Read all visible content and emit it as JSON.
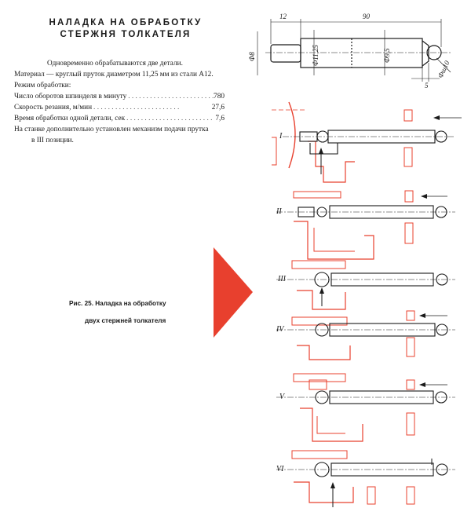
{
  "title": {
    "line1": "НАЛАДКА НА ОБРАБОТКУ",
    "line2": "СТЕРЖНЯ ТОЛКАТЕЛЯ"
  },
  "intro": "Одновременно обрабатываются две детали.",
  "material": "Материал — круглый пруток диаметром 11,25 мм из стали А12.",
  "mode_label": "Режим обработки:",
  "params": [
    {
      "label": "Число оборотов шпинделя в минуту",
      "value": "780"
    },
    {
      "label": "Скорость резания, м/мин",
      "value": "27,6"
    },
    {
      "label": "Время обработки одной детали, сек",
      "value": "7,6"
    }
  ],
  "note_line1": "На станке дополнительно установлен механизм подачи прутка",
  "note_line2": "в III позиции.",
  "caption": {
    "line1": "Рис. 25. Наладка на обработку",
    "line2": "двух стержней толкателя"
  },
  "part_drawing": {
    "dim_12": "12",
    "dim_90": "90",
    "dim_d8": "Ф8",
    "dim_d1125": "Ф11,25",
    "dim_d95": "Ф9,5",
    "dim_5": "5",
    "dim_sphere": "Фш10"
  },
  "positions": [
    "I",
    "II",
    "III",
    "IV",
    "V",
    "VI"
  ],
  "colors": {
    "red": "#e8402e",
    "dark": "#1a1a1a"
  }
}
